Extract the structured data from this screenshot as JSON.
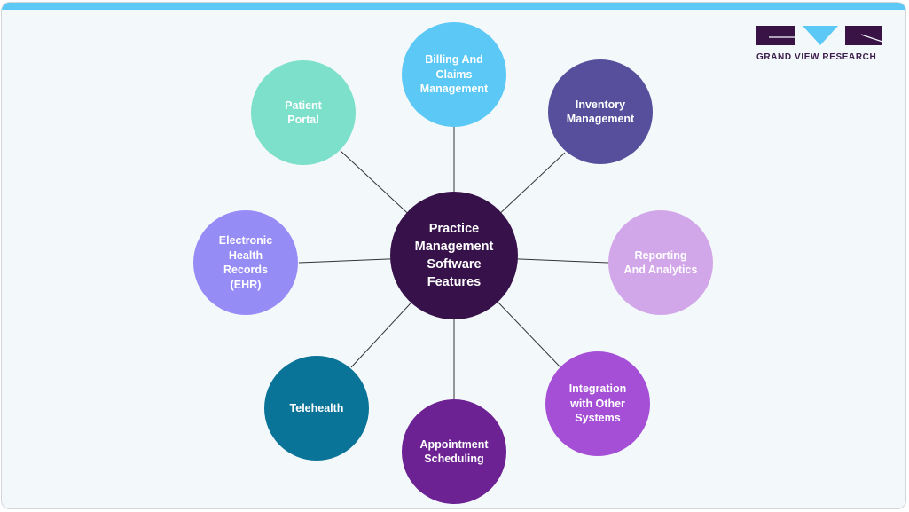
{
  "brand": {
    "name": "GRAND VIEW RESEARCH",
    "logo_letters": "GVR",
    "colors": {
      "dark": "#3a1346",
      "accent": "#5bc8f5"
    }
  },
  "diagram": {
    "center": {
      "label": "Practice\nManagement\nSoftware\nFeatures",
      "color": "#37124a"
    },
    "nodes": [
      {
        "id": "billing",
        "label": "Billing And\nClaims\nManagement",
        "color": "#5bc8f5"
      },
      {
        "id": "inventory",
        "label": "Inventory\nManagement",
        "color": "#574f9c"
      },
      {
        "id": "reporting",
        "label": "Reporting\nAnd Analytics",
        "color": "#d2a7e9"
      },
      {
        "id": "integration",
        "label": "Integration\nwith Other\nSystems",
        "color": "#a54ed6"
      },
      {
        "id": "appointment",
        "label": "Appointment\nScheduling",
        "color": "#6d2293"
      },
      {
        "id": "telehealth",
        "label": "Telehealth",
        "color": "#0a7398"
      },
      {
        "id": "ehr",
        "label": "Electronic\nHealth\nRecords\n(EHR)",
        "color": "#968cf6"
      },
      {
        "id": "patient-portal",
        "label": "Patient\nPortal",
        "color": "#7de0ca"
      }
    ]
  }
}
